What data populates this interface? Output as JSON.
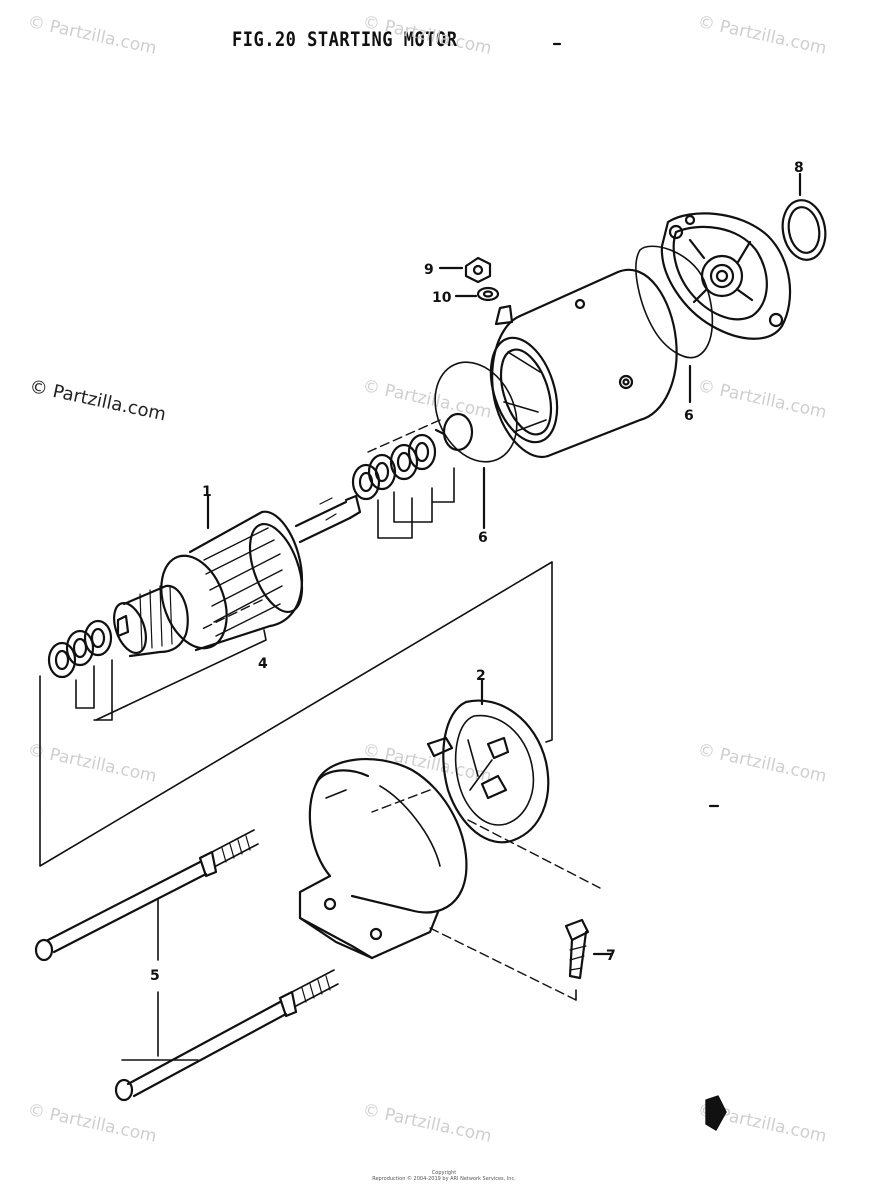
{
  "figure": {
    "title": "FIG.20 STARTING MOTOR"
  },
  "watermarks": {
    "site": "© Partzilla.com"
  },
  "callouts": {
    "c1": "1",
    "c2": "2",
    "c4": "4",
    "c5": "5",
    "c6a": "6",
    "c6b": "6",
    "c7": "7",
    "c8": "8",
    "c9": "9",
    "c10": "10"
  },
  "footer": {
    "line1": "Copyright",
    "line2": "Reproduction © 2004-2019 by ARI Network Services, Inc."
  },
  "colors": {
    "ink": "#111111",
    "watermark": "#cfcfcf",
    "background": "#ffffff"
  }
}
